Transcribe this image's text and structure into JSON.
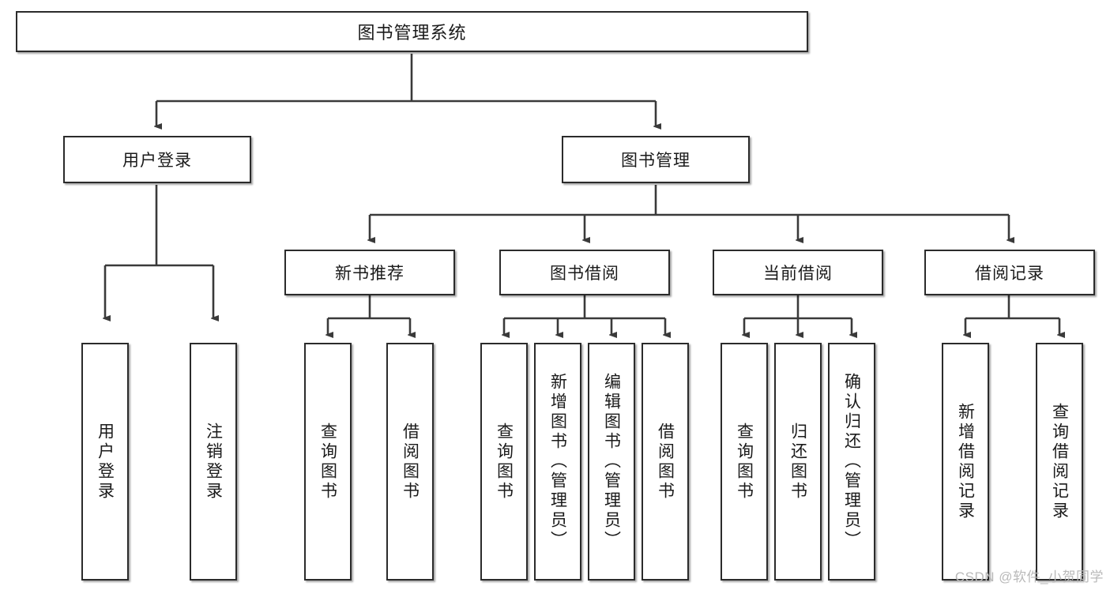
{
  "diagram": {
    "title": "图书管理系统",
    "type": "tree-hierarchy",
    "root": {
      "label": "图书管理系统"
    },
    "level2": [
      {
        "id": "user-login",
        "label": "用户登录"
      },
      {
        "id": "book-manage",
        "label": "图书管理"
      }
    ],
    "level3": [
      {
        "id": "new-book-recommend",
        "label": "新书推荐"
      },
      {
        "id": "book-borrow",
        "label": "图书借阅"
      },
      {
        "id": "current-borrow",
        "label": "当前借阅"
      },
      {
        "id": "borrow-record",
        "label": "借阅记录"
      }
    ],
    "leaves": {
      "user_login": [
        {
          "id": "leaf-user-login",
          "label": "用户登录"
        },
        {
          "id": "leaf-logout",
          "label": "注销登录"
        }
      ],
      "new_book_recommend": [
        {
          "id": "leaf-query-book-1",
          "label": "查询图书"
        },
        {
          "id": "leaf-borrow-book-1",
          "label": "借阅图书"
        }
      ],
      "book_borrow": [
        {
          "id": "leaf-query-book-2",
          "label": "查询图书"
        },
        {
          "id": "leaf-add-book",
          "label": "新增图书（管理员）"
        },
        {
          "id": "leaf-edit-book",
          "label": "编辑图书（管理员）"
        },
        {
          "id": "leaf-borrow-book-2",
          "label": "借阅图书"
        }
      ],
      "current_borrow": [
        {
          "id": "leaf-query-book-3",
          "label": "查询图书"
        },
        {
          "id": "leaf-return-book",
          "label": "归还图书"
        },
        {
          "id": "leaf-confirm-return",
          "label": "确认归还（管理员）"
        }
      ],
      "borrow_record": [
        {
          "id": "leaf-add-record",
          "label": "新增借阅记录"
        },
        {
          "id": "leaf-query-record",
          "label": "查询借阅记录"
        }
      ]
    }
  },
  "watermark": {
    "text": "CSDN @软件_小贺同学"
  },
  "colors": {
    "box_border": "#2b2b2b",
    "box_fill": "#ffffff",
    "line": "#3a3a3a",
    "text": "#1a1a1a",
    "watermark": "#b9b9b9",
    "background": "#ffffff"
  }
}
